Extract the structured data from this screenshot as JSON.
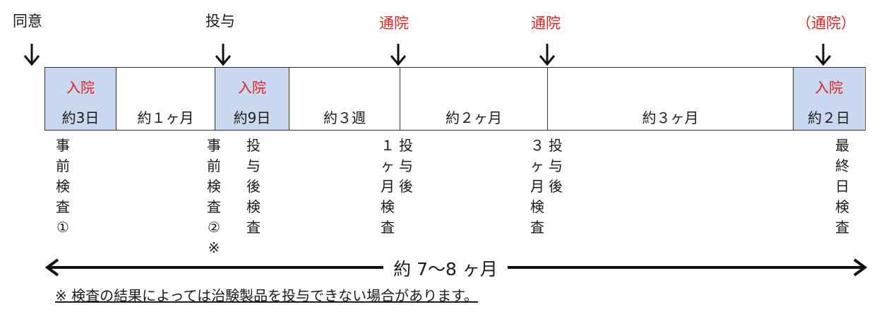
{
  "events": {
    "consent": "同意",
    "dosing": "投与",
    "visit1": "通院",
    "visit2": "通院",
    "visit3": "（通院）"
  },
  "segments": [
    {
      "top": "入院",
      "bottom": "約3日"
    },
    {
      "mid": "約１ヶ月"
    },
    {
      "top": "入院",
      "bottom": "約9日"
    },
    {
      "mid": "約３週"
    },
    {
      "mid": "約２ヶ月"
    },
    {
      "mid": "約３ヶ月"
    },
    {
      "top": "入院",
      "bottom": "約２日"
    }
  ],
  "vertical_labels": [
    [
      "事",
      "前",
      "検",
      "査",
      "①"
    ],
    [
      "事",
      "前",
      "検",
      "査",
      "②",
      "※"
    ],
    [
      "投",
      "与",
      "後",
      "検",
      "査"
    ],
    [
      "１",
      "ヶ",
      "月",
      "検",
      "査"
    ],
    [
      "投",
      "与",
      "後"
    ],
    [
      "３",
      "ヶ",
      "月",
      "検",
      "査"
    ],
    [
      "投",
      "与",
      "後"
    ],
    [
      "最",
      "終",
      "日",
      "検",
      "査"
    ]
  ],
  "total_span": "約 7〜8 ヶ月",
  "footnote": "※ 検査の結果によっては治験製品を投与できない場合があります。",
  "colors": {
    "highlight": "#c9d8ee",
    "accent": "#e02020",
    "line": "#333333"
  }
}
